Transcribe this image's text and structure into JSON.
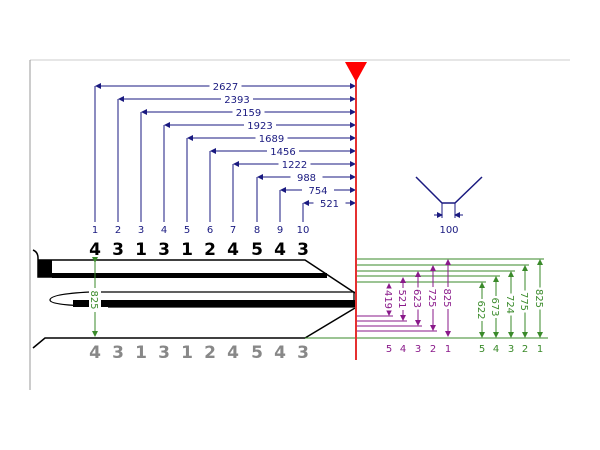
{
  "colors": {
    "dimension": "#1a1a80",
    "stop_line": "#e53030",
    "green": "#3a8a2a",
    "purple": "#8a1a8a"
  },
  "cuts": [
    {
      "index": "1",
      "depth": "4",
      "distance": "2627"
    },
    {
      "index": "2",
      "depth": "3",
      "distance": "2393"
    },
    {
      "index": "3",
      "depth": "1",
      "distance": "2159"
    },
    {
      "index": "4",
      "depth": "3",
      "distance": "1923"
    },
    {
      "index": "5",
      "depth": "1",
      "distance": "1689"
    },
    {
      "index": "6",
      "depth": "2",
      "distance": "1456"
    },
    {
      "index": "7",
      "depth": "4",
      "distance": "1222"
    },
    {
      "index": "8",
      "depth": "5",
      "distance": "988"
    },
    {
      "index": "9",
      "depth": "4",
      "distance": "754"
    },
    {
      "index": "10",
      "depth": "3",
      "distance": "521"
    }
  ],
  "blade_height": "825",
  "cutter_width": "100",
  "purple_depths": [
    {
      "label": "5",
      "value": "419"
    },
    {
      "label": "4",
      "value": "521"
    },
    {
      "label": "3",
      "value": "623"
    },
    {
      "label": "2",
      "value": "725"
    },
    {
      "label": "1",
      "value": "825"
    }
  ],
  "green_depths": [
    {
      "label": "5",
      "value": "622"
    },
    {
      "label": "4",
      "value": "673"
    },
    {
      "label": "3",
      "value": "724"
    },
    {
      "label": "2",
      "value": "775"
    },
    {
      "label": "1",
      "value": "825"
    }
  ]
}
